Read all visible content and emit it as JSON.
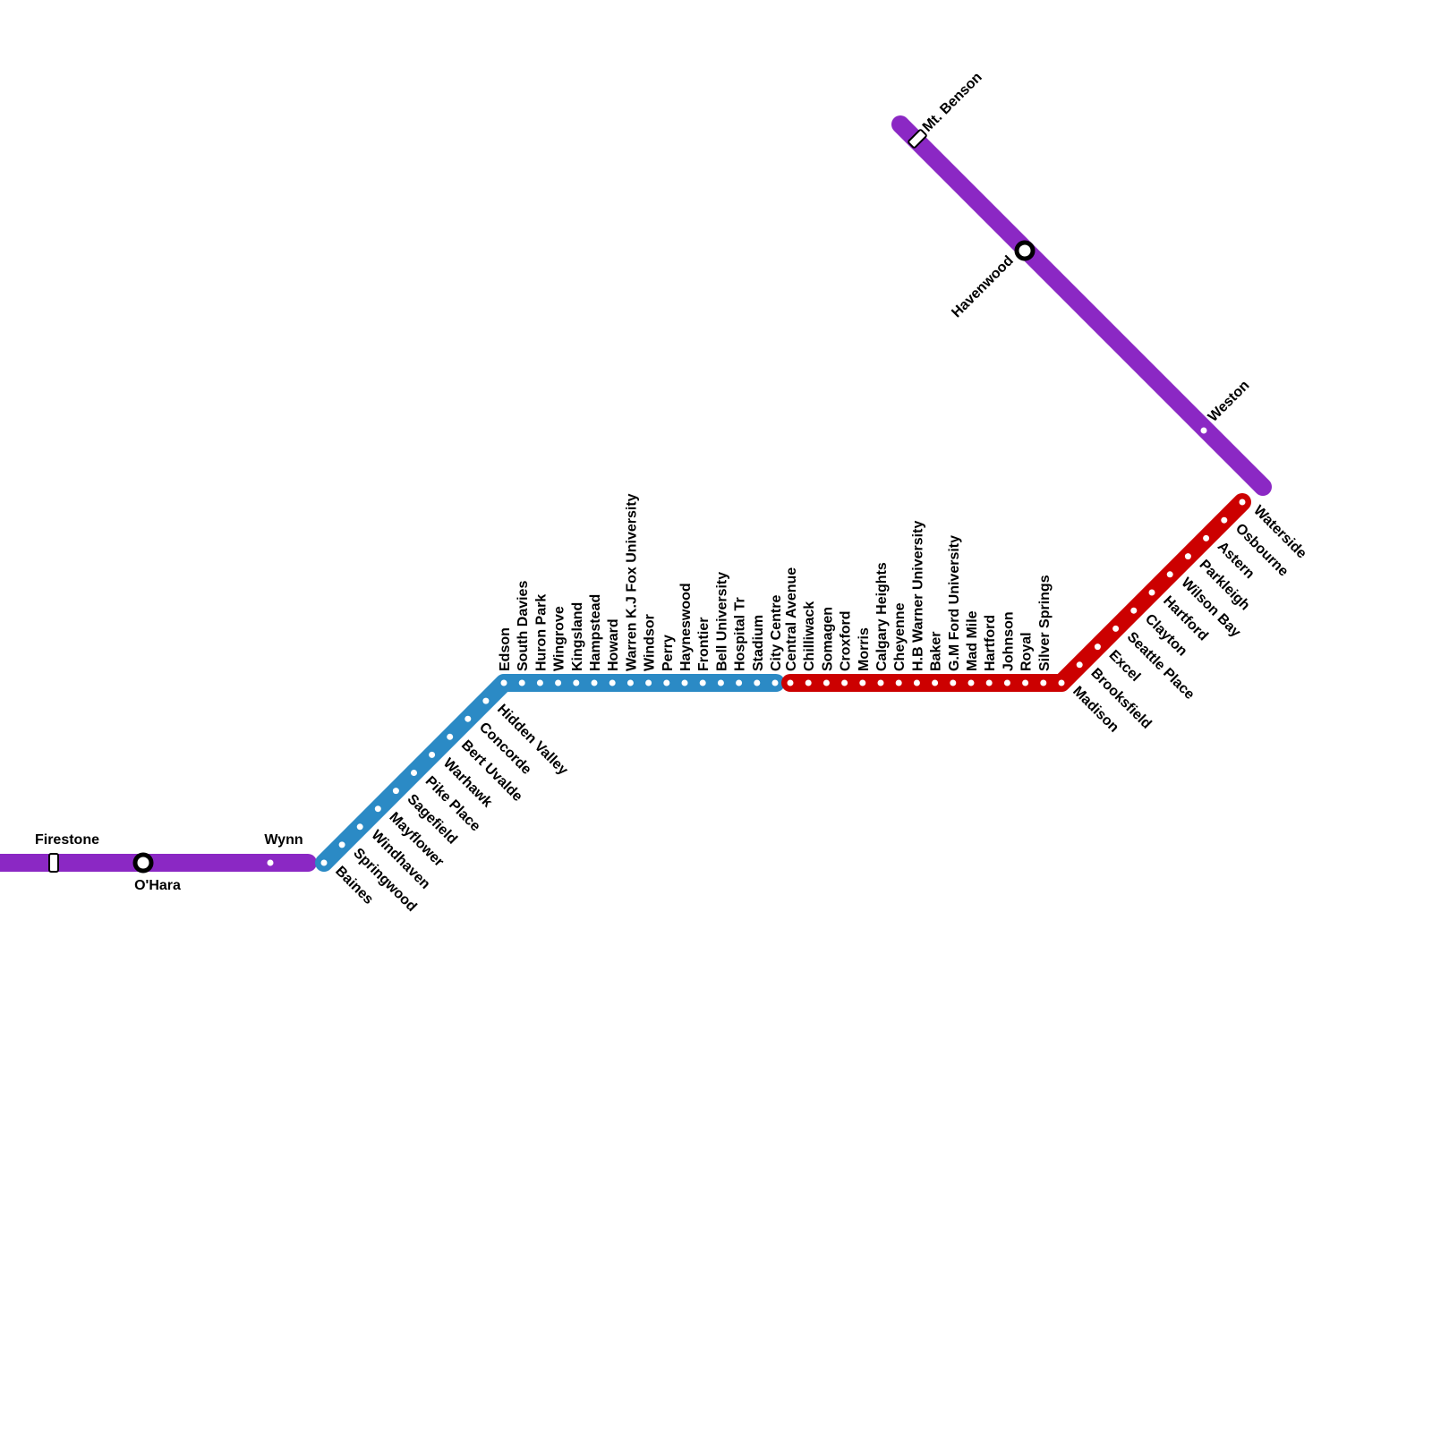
{
  "colors": {
    "purple": "#8B28C4",
    "blue": "#2B8AC5",
    "red": "#CC0000",
    "station_dot": "#ffffff",
    "interchange_ring": "#000000"
  },
  "lines": {
    "purple_west": {
      "color_key": "purple",
      "stations": [
        {
          "name": "Firestone",
          "marker": "terminal-bar"
        },
        {
          "name": "O'Hara",
          "marker": "interchange-ring"
        },
        {
          "name": "Wynn",
          "marker": "dot"
        }
      ]
    },
    "blue": {
      "color_key": "blue",
      "diagonal_stations": [
        "Baines",
        "Springwood",
        "Windhaven",
        "Mayflower",
        "Sagefield",
        "Pike Place",
        "Warhawk",
        "Bert Uvalde",
        "Concorde",
        "Hidden Valley"
      ],
      "horizontal_stations": [
        "Edson",
        "South Davies",
        "Huron Park",
        "Wingrove",
        "Kingsland",
        "Hampstead",
        "Howard",
        "Warren K.J Fox University",
        "Windsor",
        "Perry",
        "Hayneswood",
        "Frontier",
        "Bell University",
        "Hospital Tr",
        "Stadium",
        "City Centre"
      ]
    },
    "red": {
      "color_key": "red",
      "horizontal_stations": [
        "Central Avenue",
        "Chilliwack",
        "Somagen",
        "Croxford",
        "Morris",
        "Calgary Heights",
        "Cheyenne",
        "H.B Warner University",
        "Baker",
        "G.M Ford University",
        "Mad Mile",
        "Hartford",
        "Johnson",
        "Royal",
        "Silver Springs"
      ],
      "diagonal_stations": [
        "Madison",
        "Brooksfield",
        "Excel",
        "Seattle Place",
        "Clayton",
        "Hartford",
        "Wilson Bay",
        "Parkleigh",
        "Astern",
        "Osbourne",
        "Waterside"
      ]
    },
    "purple_northeast": {
      "color_key": "purple",
      "stations": [
        {
          "name": "Mt. Benson",
          "marker": "terminal-bar"
        },
        {
          "name": "Havenwood",
          "marker": "interchange-ring"
        },
        {
          "name": "Weston",
          "marker": "dot"
        }
      ]
    }
  }
}
